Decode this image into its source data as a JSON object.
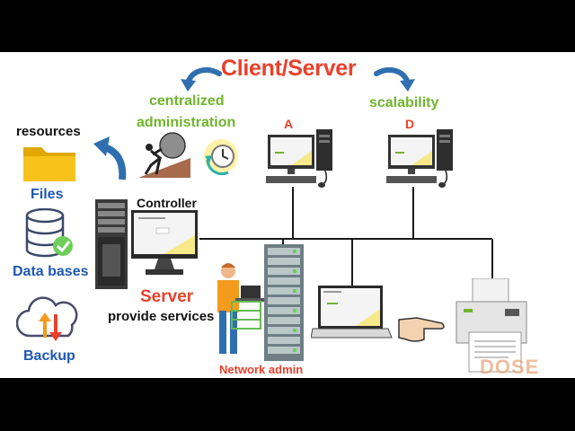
{
  "diagram": {
    "title": "Client/Server",
    "left_caption": "centralized administration",
    "left_caption_line1": "centralized",
    "left_caption_line2": "administration",
    "right_caption": "scalability",
    "client_a": "A",
    "client_d": "D",
    "resources_label": "resources",
    "files_label": "Files",
    "databases_label": "Data bases",
    "backup_label": "Backup",
    "controller_label": "Controller",
    "server_label": "Server",
    "server_desc": "provide services",
    "network_admin_label": "Network admin",
    "watermark": "DOSE"
  },
  "colors": {
    "title": "#e8412c",
    "caption_green": "#6fb52c",
    "label_blue": "#1f57b5",
    "accent_red": "#e8412c",
    "arrow_blue": "#2f6fb0",
    "wire": "#1a1a1a",
    "folder_yellow": "#f7c21c"
  },
  "icons": [
    "curved-arrow-icon",
    "person-pushing-boulder-icon",
    "clock-refresh-icon",
    "desktop-computer-icon",
    "folder-icon",
    "database-icon",
    "cloud-backup-icon",
    "server-tower-icon",
    "server-rack-icon",
    "laptop-icon",
    "printer-icon",
    "pointing-hand-icon"
  ]
}
